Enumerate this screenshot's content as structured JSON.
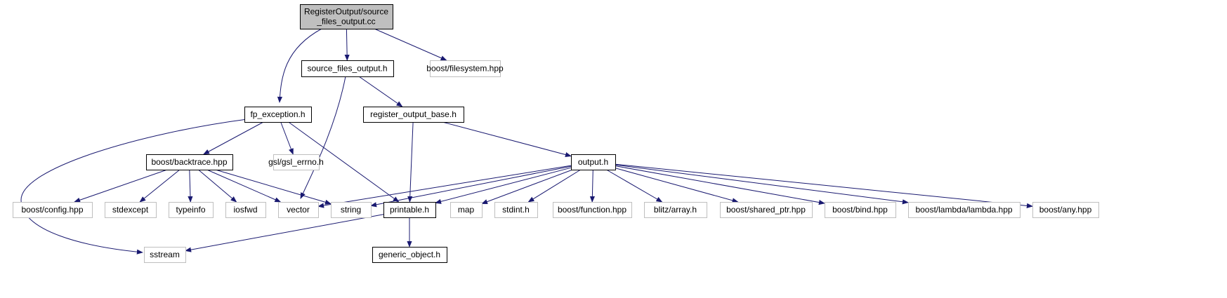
{
  "colors": {
    "edge": "#191970",
    "root_fill": "#bfbfbf",
    "documented_border": "#000000",
    "external_border": "#bfbfbf",
    "background": "#ffffff"
  },
  "nodes": [
    {
      "id": "root",
      "lines": [
        "RegisterOutput/source",
        "_files_output.cc"
      ],
      "kind": "root"
    },
    {
      "id": "source_files_output_h",
      "lines": [
        "source_files_output.h"
      ],
      "kind": "documented"
    },
    {
      "id": "boost_filesystem",
      "lines": [
        "boost/filesystem.hpp"
      ],
      "kind": "external"
    },
    {
      "id": "fp_exception_h",
      "lines": [
        "fp_exception.h"
      ],
      "kind": "documented"
    },
    {
      "id": "register_output_base_h",
      "lines": [
        "register_output_base.h"
      ],
      "kind": "documented"
    },
    {
      "id": "boost_backtrace",
      "lines": [
        "boost/backtrace.hpp"
      ],
      "kind": "documented"
    },
    {
      "id": "gsl_errno",
      "lines": [
        "gsl/gsl_errno.h"
      ],
      "kind": "external"
    },
    {
      "id": "output_h",
      "lines": [
        "output.h"
      ],
      "kind": "documented"
    },
    {
      "id": "boost_config",
      "lines": [
        "boost/config.hpp"
      ],
      "kind": "external"
    },
    {
      "id": "stdexcept",
      "lines": [
        "stdexcept"
      ],
      "kind": "external"
    },
    {
      "id": "typeinfo",
      "lines": [
        "typeinfo"
      ],
      "kind": "external"
    },
    {
      "id": "iosfwd",
      "lines": [
        "iosfwd"
      ],
      "kind": "external"
    },
    {
      "id": "vector",
      "lines": [
        "vector"
      ],
      "kind": "external"
    },
    {
      "id": "string",
      "lines": [
        "string"
      ],
      "kind": "external"
    },
    {
      "id": "printable_h",
      "lines": [
        "printable.h"
      ],
      "kind": "documented"
    },
    {
      "id": "map",
      "lines": [
        "map"
      ],
      "kind": "external"
    },
    {
      "id": "stdint",
      "lines": [
        "stdint.h"
      ],
      "kind": "external"
    },
    {
      "id": "boost_function",
      "lines": [
        "boost/function.hpp"
      ],
      "kind": "external"
    },
    {
      "id": "blitz_array",
      "lines": [
        "blitz/array.h"
      ],
      "kind": "external"
    },
    {
      "id": "boost_shared_ptr",
      "lines": [
        "boost/shared_ptr.hpp"
      ],
      "kind": "external"
    },
    {
      "id": "boost_bind",
      "lines": [
        "boost/bind.hpp"
      ],
      "kind": "external"
    },
    {
      "id": "boost_lambda",
      "lines": [
        "boost/lambda/lambda.hpp"
      ],
      "kind": "external"
    },
    {
      "id": "boost_any",
      "lines": [
        "boost/any.hpp"
      ],
      "kind": "external"
    },
    {
      "id": "sstream",
      "lines": [
        "sstream"
      ],
      "kind": "external"
    },
    {
      "id": "generic_object_h",
      "lines": [
        "generic_object.h"
      ],
      "kind": "documented"
    }
  ],
  "edges": [
    [
      "root",
      "source_files_output_h"
    ],
    [
      "root",
      "boost_filesystem"
    ],
    [
      "root",
      "fp_exception_h"
    ],
    [
      "source_files_output_h",
      "register_output_base_h"
    ],
    [
      "source_files_output_h",
      "vector"
    ],
    [
      "fp_exception_h",
      "boost_backtrace"
    ],
    [
      "fp_exception_h",
      "gsl_errno"
    ],
    [
      "fp_exception_h",
      "printable_h"
    ],
    [
      "fp_exception_h",
      "sstream"
    ],
    [
      "register_output_base_h",
      "output_h"
    ],
    [
      "register_output_base_h",
      "printable_h"
    ],
    [
      "boost_backtrace",
      "boost_config"
    ],
    [
      "boost_backtrace",
      "stdexcept"
    ],
    [
      "boost_backtrace",
      "typeinfo"
    ],
    [
      "boost_backtrace",
      "iosfwd"
    ],
    [
      "boost_backtrace",
      "vector"
    ],
    [
      "boost_backtrace",
      "string"
    ],
    [
      "output_h",
      "string"
    ],
    [
      "output_h",
      "vector"
    ],
    [
      "output_h",
      "printable_h"
    ],
    [
      "output_h",
      "map"
    ],
    [
      "output_h",
      "stdint"
    ],
    [
      "output_h",
      "boost_function"
    ],
    [
      "output_h",
      "blitz_array"
    ],
    [
      "output_h",
      "boost_shared_ptr"
    ],
    [
      "output_h",
      "boost_bind"
    ],
    [
      "output_h",
      "boost_lambda"
    ],
    [
      "output_h",
      "boost_any"
    ],
    [
      "printable_h",
      "sstream"
    ],
    [
      "printable_h",
      "generic_object_h"
    ]
  ]
}
